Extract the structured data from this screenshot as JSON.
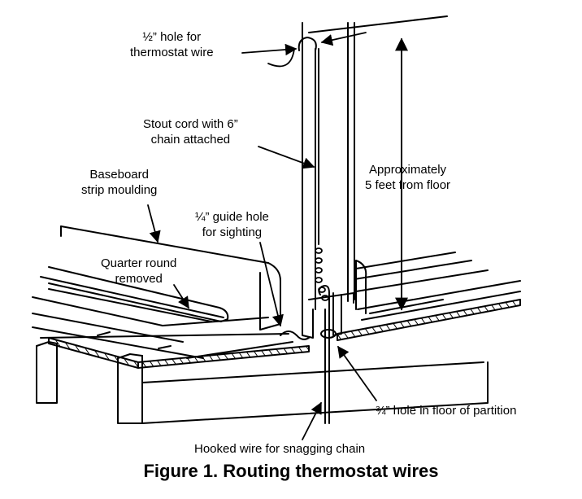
{
  "labels": {
    "hole_thermostat_l1": "½” hole for",
    "hole_thermostat_l2": "thermostat wire",
    "stout_cord_l1": "Stout cord with 6”",
    "stout_cord_l2": "chain attached",
    "baseboard_l1": "Baseboard",
    "baseboard_l2": "strip moulding",
    "guide_hole_l1": "¼” guide hole",
    "guide_hole_l2": "for sighting",
    "quarter_round_l1": "Quarter round",
    "quarter_round_l2": "removed",
    "approx_l1": "Approximately",
    "approx_l2": "5 feet from floor",
    "floor_hole": "¾” hole in floor of partition",
    "hooked_wire": "Hooked wire for snagging chain"
  },
  "caption": "Figure 1. Routing thermostat wires"
}
